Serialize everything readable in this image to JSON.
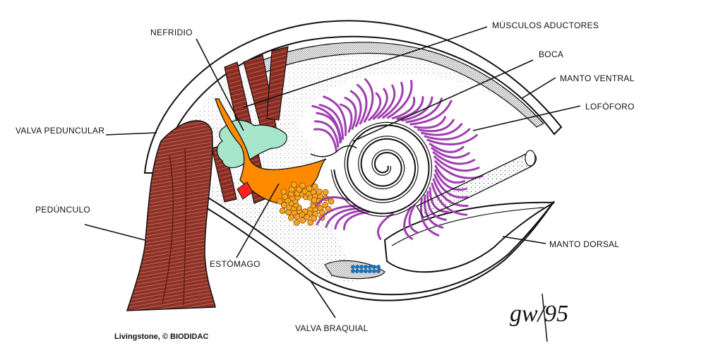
{
  "labels": {
    "nefridio": "NEFRIDIO",
    "musculos_aductores": "MÚSCULOS ADUCTORES",
    "boca": "BOCA",
    "manto_ventral": "MANTO VENTRAL",
    "lofoforo": "LOFÓFORO",
    "valva_peduncular": "VALVA PEDUNCULAR",
    "pedunculo": "PEDÚNCULO",
    "estomago": "ESTÓMAGO",
    "manto_dorsal": "MANTO DORSAL",
    "valva_braquial": "VALVA BRAQUIAL"
  },
  "credit": "Livingstone, © BIODIDAC",
  "signature": "gw/95",
  "colors": {
    "muscle": "#8b2c22",
    "muscle_light": "#c56a5e",
    "pedicle": "#9a3a2e",
    "nephridium": "#a8e6cc",
    "stomach": "#ff8a00",
    "digestive_gland": "#f5a623",
    "lophophore": "#a03fb0",
    "heart": "#ff2020",
    "gonad": "#1f6fb5",
    "outline": "#111111"
  }
}
